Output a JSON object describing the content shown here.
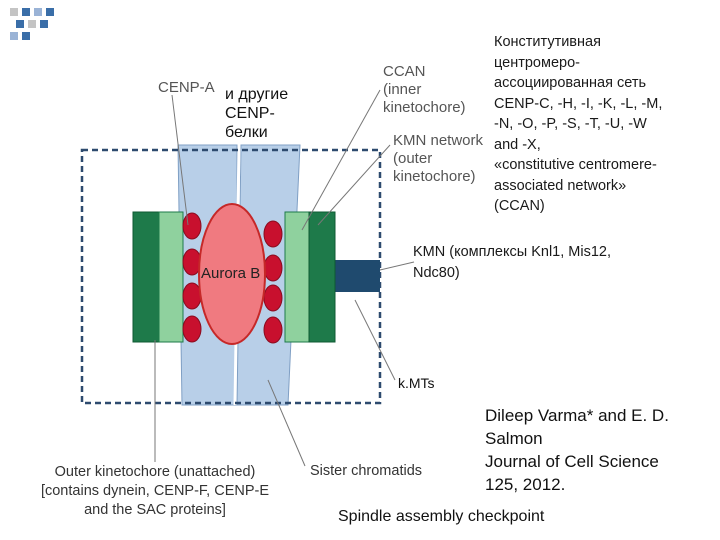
{
  "labels": {
    "cenp_a": "CENP-A",
    "other_cenp": [
      "и другие",
      "CENP-",
      "белки"
    ],
    "ccan": [
      "CCAN",
      "(inner",
      "kinetochore)"
    ],
    "kmn_network": [
      "KMN network",
      "(outer",
      "kinetochore)"
    ],
    "ccan_description": [
      "Конститутивная",
      "центромеро-",
      "ассоциированная сеть",
      "CENP-C, -H, -I, -K, -L, -M,",
      "-N, -O, -P, -S, -T, -U, -W",
      "and -X,",
      "«constitutive centromere-",
      "associated network»",
      "(CCAN)"
    ],
    "kmn_description": [
      "KMN (комплексы Knl1, Mis12,",
      "Ndc80)"
    ],
    "aurora_b": "Aurora B",
    "kmts": "k.MTs",
    "outer_kinetochore": [
      "Outer kinetochore (unattached)",
      "[contains dynein, CENP-F, CENP-E",
      "and the SAC proteins]"
    ],
    "sister_chromatids": "Sister chromatids",
    "spindle_checkpoint": "Spindle assembly checkpoint"
  },
  "citation": [
    "Dileep Varma* and E. D.",
    "Salmon",
    "Journal of Cell Science",
    "125, 2012."
  ],
  "colors": {
    "chromatid": "#b8cfe8",
    "chromatid_stroke": "#7f9fc4",
    "aurora_b": "#f07a80",
    "aurora_b_stroke": "#c62828",
    "red_dots": "#c8102e",
    "outer_kinetochore": "#1e7a4a",
    "inner_kinetochore": "#8fd19e",
    "microtubule": "#1f4a6e",
    "dashed_box": "#2d4a6e",
    "label_gray": "#555555"
  }
}
